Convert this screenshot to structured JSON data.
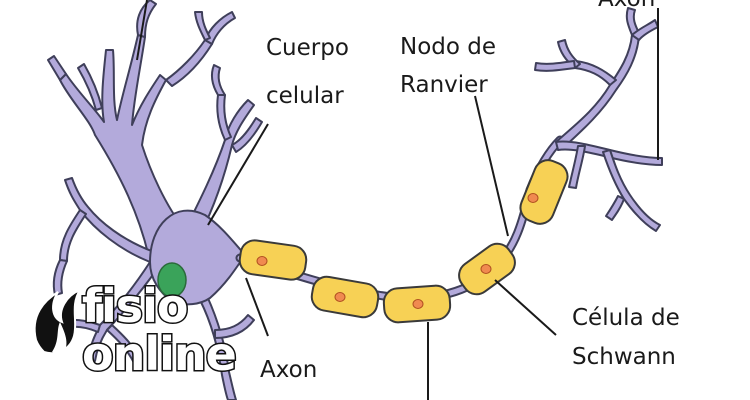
{
  "labels": {
    "cell_body_line1": "Cuerpo",
    "cell_body_line2": "celular",
    "node_line1": "Nodo de",
    "node_line2": "Ranvier",
    "schwann_line1": "Célula de",
    "schwann_line2": "Schwann",
    "axon_bottom": "Axon",
    "axon_top": "Axon"
  },
  "watermark": {
    "line1": "fisio",
    "line2": "online"
  },
  "colors": {
    "neuron_fill": "#b3aadb",
    "neuron_stroke": "#3f3f5a",
    "schwann_fill": "#f7d155",
    "schwann_stroke": "#3a3a3a",
    "nucleus_dot": "#f08a50",
    "cell_nucleus": "#3aa35a",
    "leader_line": "#1a1a1a"
  }
}
